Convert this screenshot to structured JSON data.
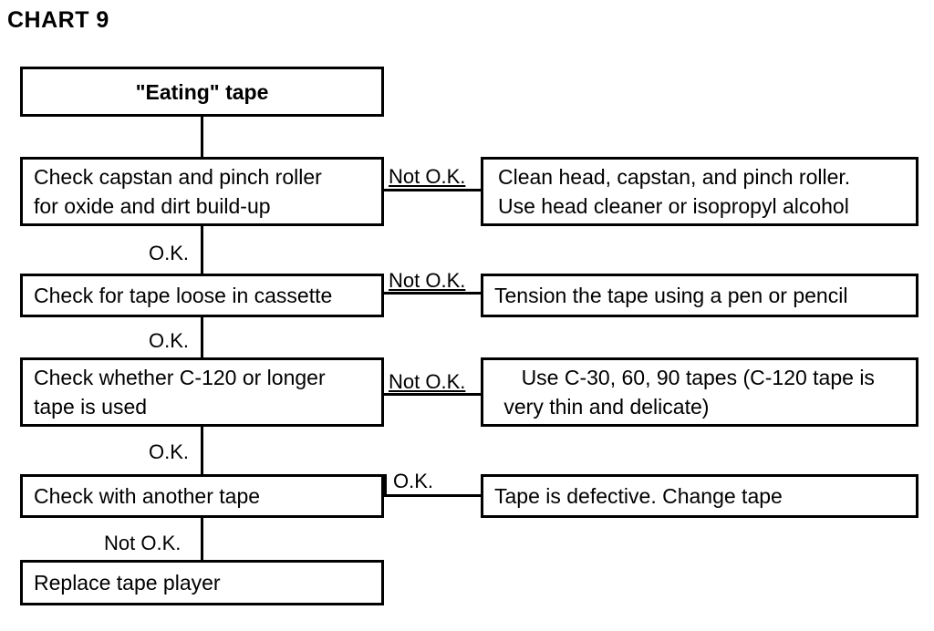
{
  "chart_title": "CHART 9",
  "start_box": "\"Eating\" tape",
  "steps": [
    {
      "check": [
        "Check capstan and pinch roller",
        "for oxide and dirt build-up"
      ],
      "branch_label": "Not O.K.",
      "action": [
        "Clean head, capstan, and pinch roller.",
        "Use head cleaner or isopropyl alcohol"
      ],
      "down_label": "O.K."
    },
    {
      "check": [
        "Check for tape loose in cassette"
      ],
      "branch_label": "Not O.K.",
      "action": [
        "Tension the tape using a pen or pencil"
      ],
      "down_label": "O.K."
    },
    {
      "check": [
        "Check whether C-120 or longer",
        "tape is used"
      ],
      "branch_label": "Not O.K.",
      "action": [
        "Use C-30, 60, 90 tapes (C-120 tape is",
        " very thin and delicate)"
      ],
      "down_label": "O.K."
    },
    {
      "check": [
        "Check with another tape"
      ],
      "branch_label": "O.K.",
      "action": [
        "Tape is defective. Change tape"
      ],
      "down_label": "Not O.K."
    }
  ],
  "end_box": "Replace tape player"
}
